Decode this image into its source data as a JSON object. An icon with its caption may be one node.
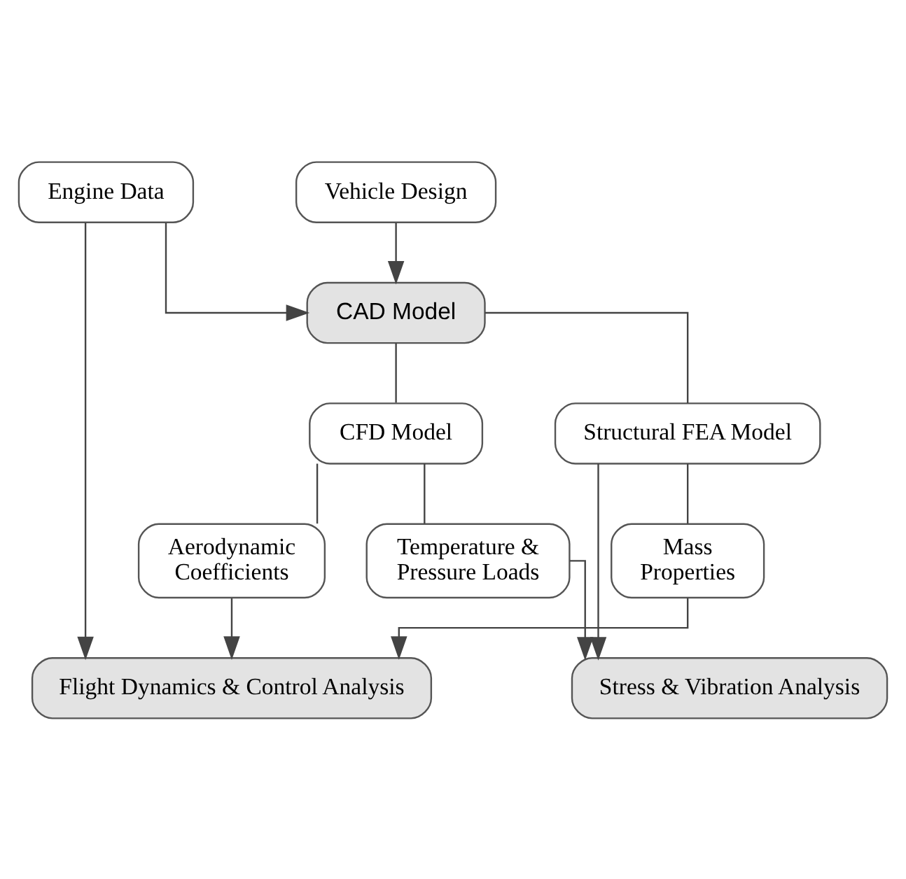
{
  "diagram": {
    "nodes": [
      {
        "text": [
          "Vehicle Design"
        ]
      },
      {
        "text": [
          "Engine Data"
        ]
      },
      {
        "text": [
          "CAD Model"
        ]
      },
      {
        "text": [
          "CFD Model"
        ]
      },
      {
        "text": [
          "Structural FEA Model"
        ]
      },
      {
        "text": [
          "Aerodynamic Coefficients"
        ]
      },
      {
        "text": [
          "Temperature & Pressure Loads"
        ]
      },
      {
        "text": [
          "Mass Properties"
        ]
      },
      {
        "text": [
          "Stress & Vibration Analysis"
        ]
      },
      {
        "text": [
          "Flight Dynamics & Control Analysis"
        ]
      }
    ],
    "edges": [
      {
        "from": 0,
        "to": 2,
        "arrow": "to"
      },
      {
        "from": 1,
        "to": 2,
        "arrow": "to"
      },
      {
        "from": 2,
        "to": 3,
        "arrow": "none"
      },
      {
        "from": 2,
        "to": 4,
        "arrow": "none"
      },
      {
        "from": 3,
        "to": 5,
        "arrow": "none"
      },
      {
        "from": 3,
        "to": 6,
        "arrow": "none"
      },
      {
        "from": 4,
        "to": 7,
        "arrow": "none"
      },
      {
        "from": 6,
        "to": 8,
        "arrow": "to"
      },
      {
        "from": 4,
        "to": 8,
        "arrow": "to"
      },
      {
        "from": 5,
        "to": 9,
        "arrow": "to"
      },
      {
        "from": 7,
        "to": 9,
        "arrow": "to"
      },
      {
        "from": 1,
        "to": 9,
        "arrow": "to"
      }
    ]
  }
}
